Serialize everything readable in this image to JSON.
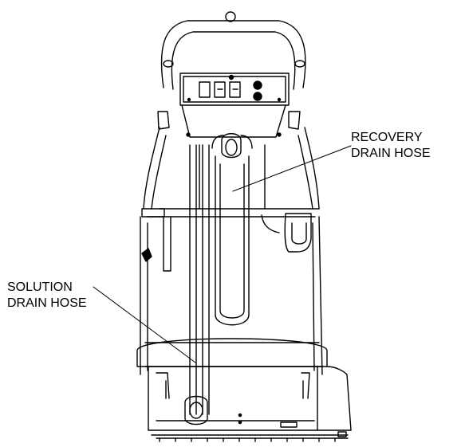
{
  "labels": {
    "recovery_line1": "RECOVERY",
    "recovery_line2": "DRAIN HOSE",
    "solution_line1": "SOLUTION",
    "solution_line2": "DRAIN HOSE"
  },
  "colors": {
    "line": "#000000",
    "background": "#ffffff"
  }
}
